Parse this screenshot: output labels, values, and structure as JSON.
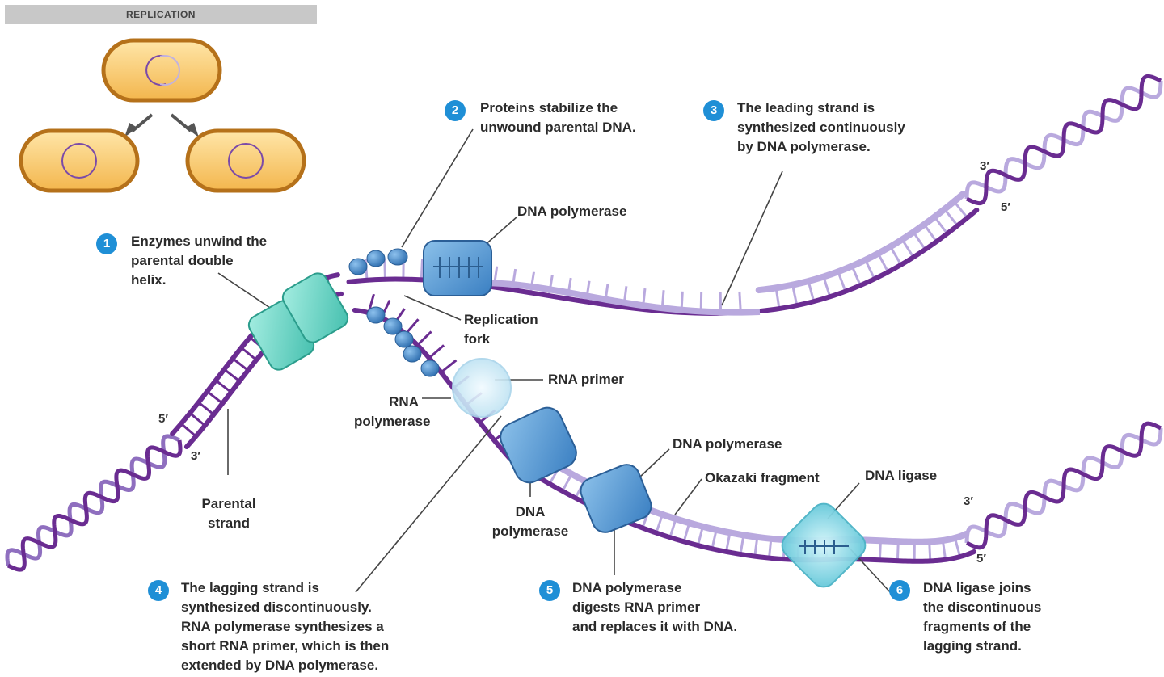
{
  "inset": {
    "title": "REPLICATION"
  },
  "steps": [
    {
      "number": "1",
      "text": "Enzymes unwind the\nparental double\nhelix."
    },
    {
      "number": "2",
      "text": "Proteins stabilize the\nunwound parental DNA."
    },
    {
      "number": "3",
      "text": "The leading strand is\nsynthesized continuously\nby DNA polymerase."
    },
    {
      "number": "4",
      "text": "The lagging strand is\nsynthesized discontinuously.\nRNA polymerase synthesizes a\nshort RNA primer, which is then\nextended by DNA polymerase."
    },
    {
      "number": "5",
      "text": "DNA polymerase\ndigests RNA primer\nand replaces it with DNA."
    },
    {
      "number": "6",
      "text": "DNA ligase joins\nthe discontinuous\nfragments of the\nlagging strand."
    }
  ],
  "labels": {
    "dna_polymerase_top": "DNA polymerase",
    "replication_fork": "Replication\nfork",
    "rna_primer": "RNA primer",
    "rna_polymerase": "RNA\npolymerase",
    "dna_polymerase_lower": "DNA\npolymerase",
    "dna_polymerase_mid": "DNA polymerase",
    "okazaki_fragment": "Okazaki fragment",
    "dna_ligase": "DNA ligase",
    "parental_strand": "Parental\nstrand"
  },
  "ends": {
    "left_5": "5′",
    "left_3": "3′",
    "top_right_3": "3′",
    "top_right_5": "5′",
    "bottom_right_3": "3′",
    "bottom_right_5": "5′"
  },
  "colors": {
    "parental_strand": "#6a2c91",
    "new_strand": "#b9a9de",
    "enzyme_teal": "#6fd3c6",
    "polymerase_blue": "#4f93cf",
    "ligase_cyan": "#8fdbe6",
    "ssb_blue": "#3d7fc0",
    "cell_fill": "#f6c667",
    "cell_border": "#c67d1e",
    "step_circle": "#1f8fd6"
  }
}
